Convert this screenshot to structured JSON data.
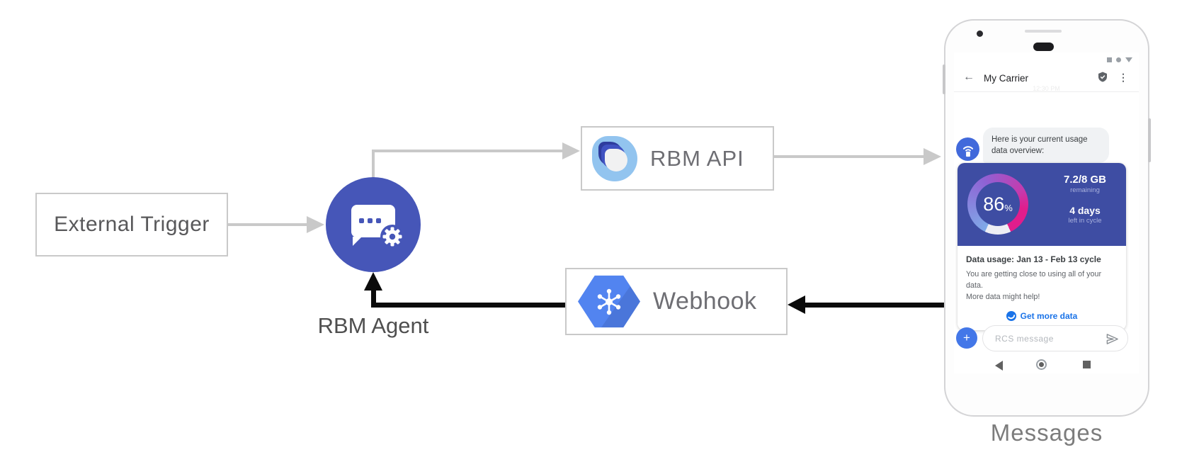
{
  "diagram": {
    "external_trigger_label": "External Trigger",
    "rbm_agent_label": "RBM Agent",
    "rbm_api_label": "RBM API",
    "webhook_label": "Webhook",
    "phone_caption": "Messages"
  },
  "colors": {
    "agent_circle": "#4656B8",
    "card_indigo": "#3E4DA3",
    "webhook_blue": "#4F80EC",
    "link_blue": "#1A73E8",
    "arrow_gray": "#C9C9C9",
    "arrow_black": "#0B0B0B",
    "gauge_gradient_start": "#7FAAE8",
    "gauge_gradient_mid": "#8F62D4",
    "gauge_gradient_end": "#E01D8C"
  },
  "phone": {
    "header": {
      "back_glyph": "←",
      "title": "My Carrier",
      "menu_glyph": "⋮"
    },
    "timestamp_faint": "12:30 PM",
    "bot_message": "Here is your current usage data overview:",
    "usage_card": {
      "percent": "86",
      "percent_sign": "%",
      "remaining_value": "7.2/8 GB",
      "remaining_label": "remaining",
      "cycle_value": "4 days",
      "cycle_label": "left in cycle",
      "title": "Data usage: Jan 13 - Feb 13 cycle",
      "body_line1": "You are getting close to using all of your data.",
      "body_line2": "More data might help!",
      "action_label": "Get more data"
    },
    "composer": {
      "plus_glyph": "+",
      "placeholder": "RCS message"
    }
  }
}
